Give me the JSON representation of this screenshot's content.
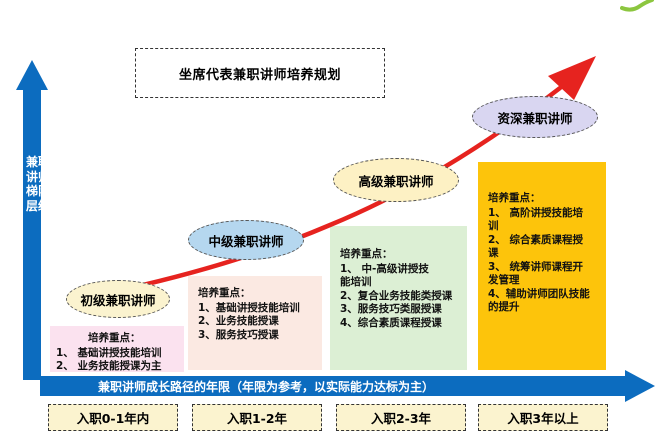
{
  "title": "坐席代表兼职讲师培养规划",
  "y_axis_label": "兼职讲师梯队层级",
  "x_axis_label": "兼职讲师成长路径的年限（年限为参考，以实际能力达标为主）",
  "colors": {
    "axis_blue": "#0c6cbf",
    "arrow_red": "#e6231f",
    "level1_focus_bg": "#fbe2ef",
    "level2_focus_bg": "#fbe9e2",
    "level3_focus_bg": "#dcefd4",
    "level4_focus_bg": "#fdc40b",
    "ellipse1": "#fbf3cf",
    "ellipse2": "#b5d7ef",
    "ellipse3": "#fdf1c4",
    "ellipse4": "#d9d6f1",
    "period_bg": "#fbf3cf"
  },
  "periods": [
    "入职0-1年内",
    "入职1-2年",
    "入职2-3年",
    "入职3年以上"
  ],
  "levels": [
    {
      "name": "初级兼职讲师",
      "focus_title": "培养重点：",
      "focus_items": [
        "1、 基础讲授技能培训",
        "2、 业务技能授课为主"
      ]
    },
    {
      "name": "中级兼职讲师",
      "focus_title": "培养重点：",
      "focus_items": [
        "1、基础讲授技能培训",
        "2、业务技能授课",
        "3、服务技巧授课"
      ]
    },
    {
      "name": "高级兼职讲师",
      "focus_title": "培养重点：",
      "focus_items": [
        "1、 中-高级讲授技能培训",
        "2、复合业务技能类授课",
        "3、服务技巧类服授课",
        "4、综合素质课程授课"
      ]
    },
    {
      "name": "资深兼职讲师",
      "focus_title": "培养重点：",
      "focus_items": [
        "1、 高阶讲授技能培训",
        "2、 综合素质课程授课",
        "3、 统筹讲师课程开发管理",
        "4、辅助讲师团队技能的提升"
      ]
    }
  ]
}
